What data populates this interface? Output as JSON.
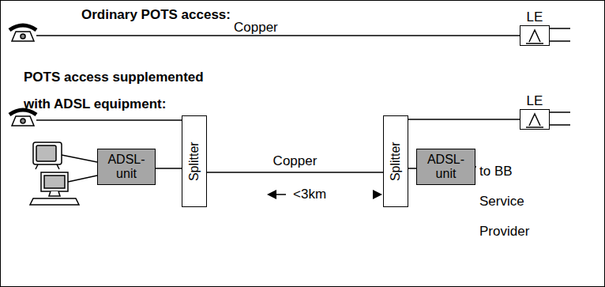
{
  "diagram": {
    "nodes": [
      {
        "text": [
          "LE"
        ]
      },
      {
        "text": [
          "ADSL- unit"
        ]
      },
      {
        "text": [
          "Splitter"
        ]
      },
      {
        "text": [
          "Splitter"
        ]
      },
      {
        "text": [
          "ADSL- unit"
        ]
      },
      {
        "text": [
          "LE"
        ]
      }
    ],
    "edges": [
      {
        "from": 1,
        "to": 2,
        "arrow": "none"
      },
      {
        "from": 2,
        "to": 3,
        "arrow": "none",
        "label": "Copper"
      },
      {
        "from": 3,
        "to": 4,
        "arrow": "none"
      },
      {
        "from": 3,
        "to": 5,
        "arrow": "none"
      }
    ],
    "labels": [
      "Ordinary POTS access:",
      "Copper",
      "POTS access supplemented",
      "with ADSL equipment:",
      "<3km",
      "to BB Service Provider"
    ]
  }
}
